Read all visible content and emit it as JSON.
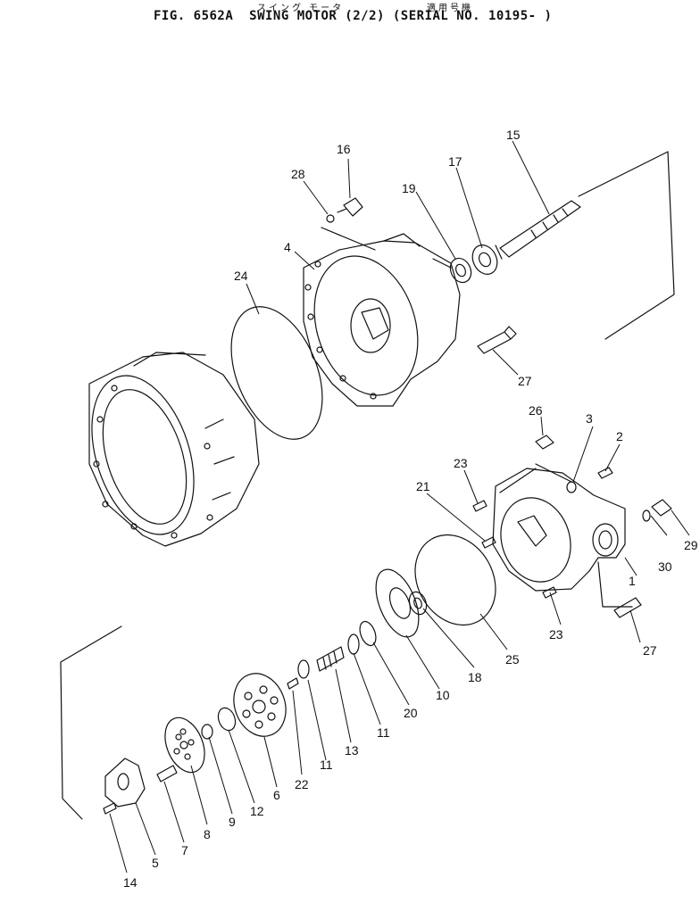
{
  "header": {
    "jp_title": "スイング モータ",
    "jp_applicable": "適用号機",
    "title": "FIG. 6562A  SWING MOTOR (2/2) (SERIAL NO. 10195- )"
  },
  "parts": [
    {
      "num": "1"
    },
    {
      "num": "2"
    },
    {
      "num": "3"
    },
    {
      "num": "4"
    },
    {
      "num": "5"
    },
    {
      "num": "6"
    },
    {
      "num": "7"
    },
    {
      "num": "8"
    },
    {
      "num": "9"
    },
    {
      "num": "10"
    },
    {
      "num": "11"
    },
    {
      "num": "11"
    },
    {
      "num": "12"
    },
    {
      "num": "13"
    },
    {
      "num": "14"
    },
    {
      "num": "15"
    },
    {
      "num": "16"
    },
    {
      "num": "17"
    },
    {
      "num": "18"
    },
    {
      "num": "19"
    },
    {
      "num": "20"
    },
    {
      "num": "21"
    },
    {
      "num": "22"
    },
    {
      "num": "23"
    },
    {
      "num": "23"
    },
    {
      "num": "24"
    },
    {
      "num": "25"
    },
    {
      "num": "26"
    },
    {
      "num": "27"
    },
    {
      "num": "27"
    },
    {
      "num": "28"
    },
    {
      "num": "29"
    },
    {
      "num": "30"
    }
  ]
}
